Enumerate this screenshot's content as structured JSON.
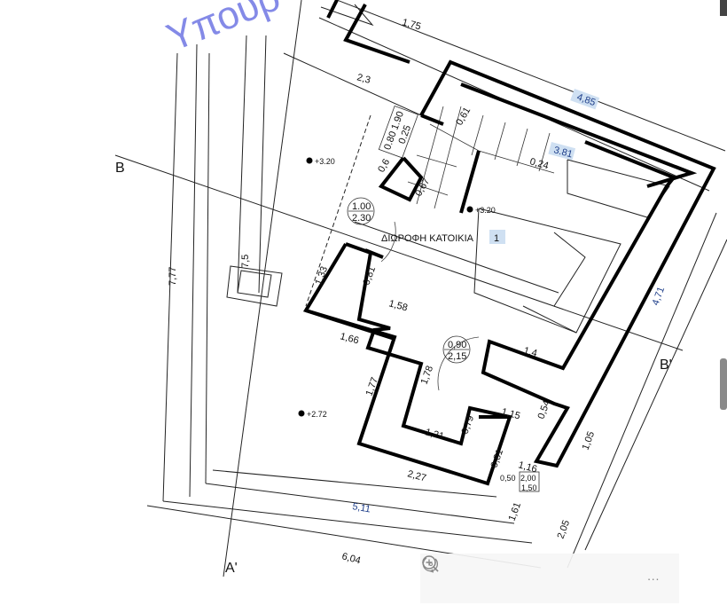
{
  "watermark": "Υπουρ",
  "plan": {
    "title": "ΔΙΩΡΟΦΗ ΚΑΤΟΙΚΙΑ",
    "title_number": "1",
    "section_marks": {
      "b_left": "B",
      "b_right": "B'",
      "a": "A'"
    },
    "levels": {
      "upper_left": "+3.20",
      "upper_right": "+3.20",
      "lower": "+2.72"
    },
    "doors": [
      {
        "width": "1.00",
        "height": "2.30"
      },
      {
        "width": "0,90",
        "height": "2,15"
      }
    ],
    "window": {
      "a": "0.80",
      "b": "1.90",
      "c": "0.25"
    },
    "window2": {
      "a": "0,50",
      "b": "2,00",
      "c": "1,50"
    },
    "dimensions": {
      "d175": "1,75",
      "d23": "2,3",
      "d485": "4,85",
      "d061": "0,61",
      "d381": "3.81",
      "d024": "0,24",
      "d06": "0,6",
      "d067": "0,67",
      "d777": "7,77",
      "d75": "7,5",
      "d133": "1,33",
      "d081a": "0,81",
      "d158": "1,58",
      "d471": "4,71",
      "d166": "1,66",
      "d14": "1,4",
      "d178": "1,78",
      "d177": "1,77",
      "d115": "1,15",
      "d054": "0,54",
      "d105": "1,05",
      "d121": "1,21",
      "d079": "0,79",
      "d081b": "0,81",
      "d116": "1,16",
      "d227": "2,27",
      "d161": "1,61",
      "d511": "5,11",
      "d205": "2,05",
      "d604": "6,04"
    }
  },
  "toolbar": {
    "zoom_in": "zoom-in",
    "zoom_out": "zoom-out",
    "fit": "search",
    "rotate": "rotate",
    "more": "···"
  },
  "colors": {
    "blue_dim": "#1f3f8a",
    "wall": "#000000",
    "watermark": "#5b64e0"
  }
}
